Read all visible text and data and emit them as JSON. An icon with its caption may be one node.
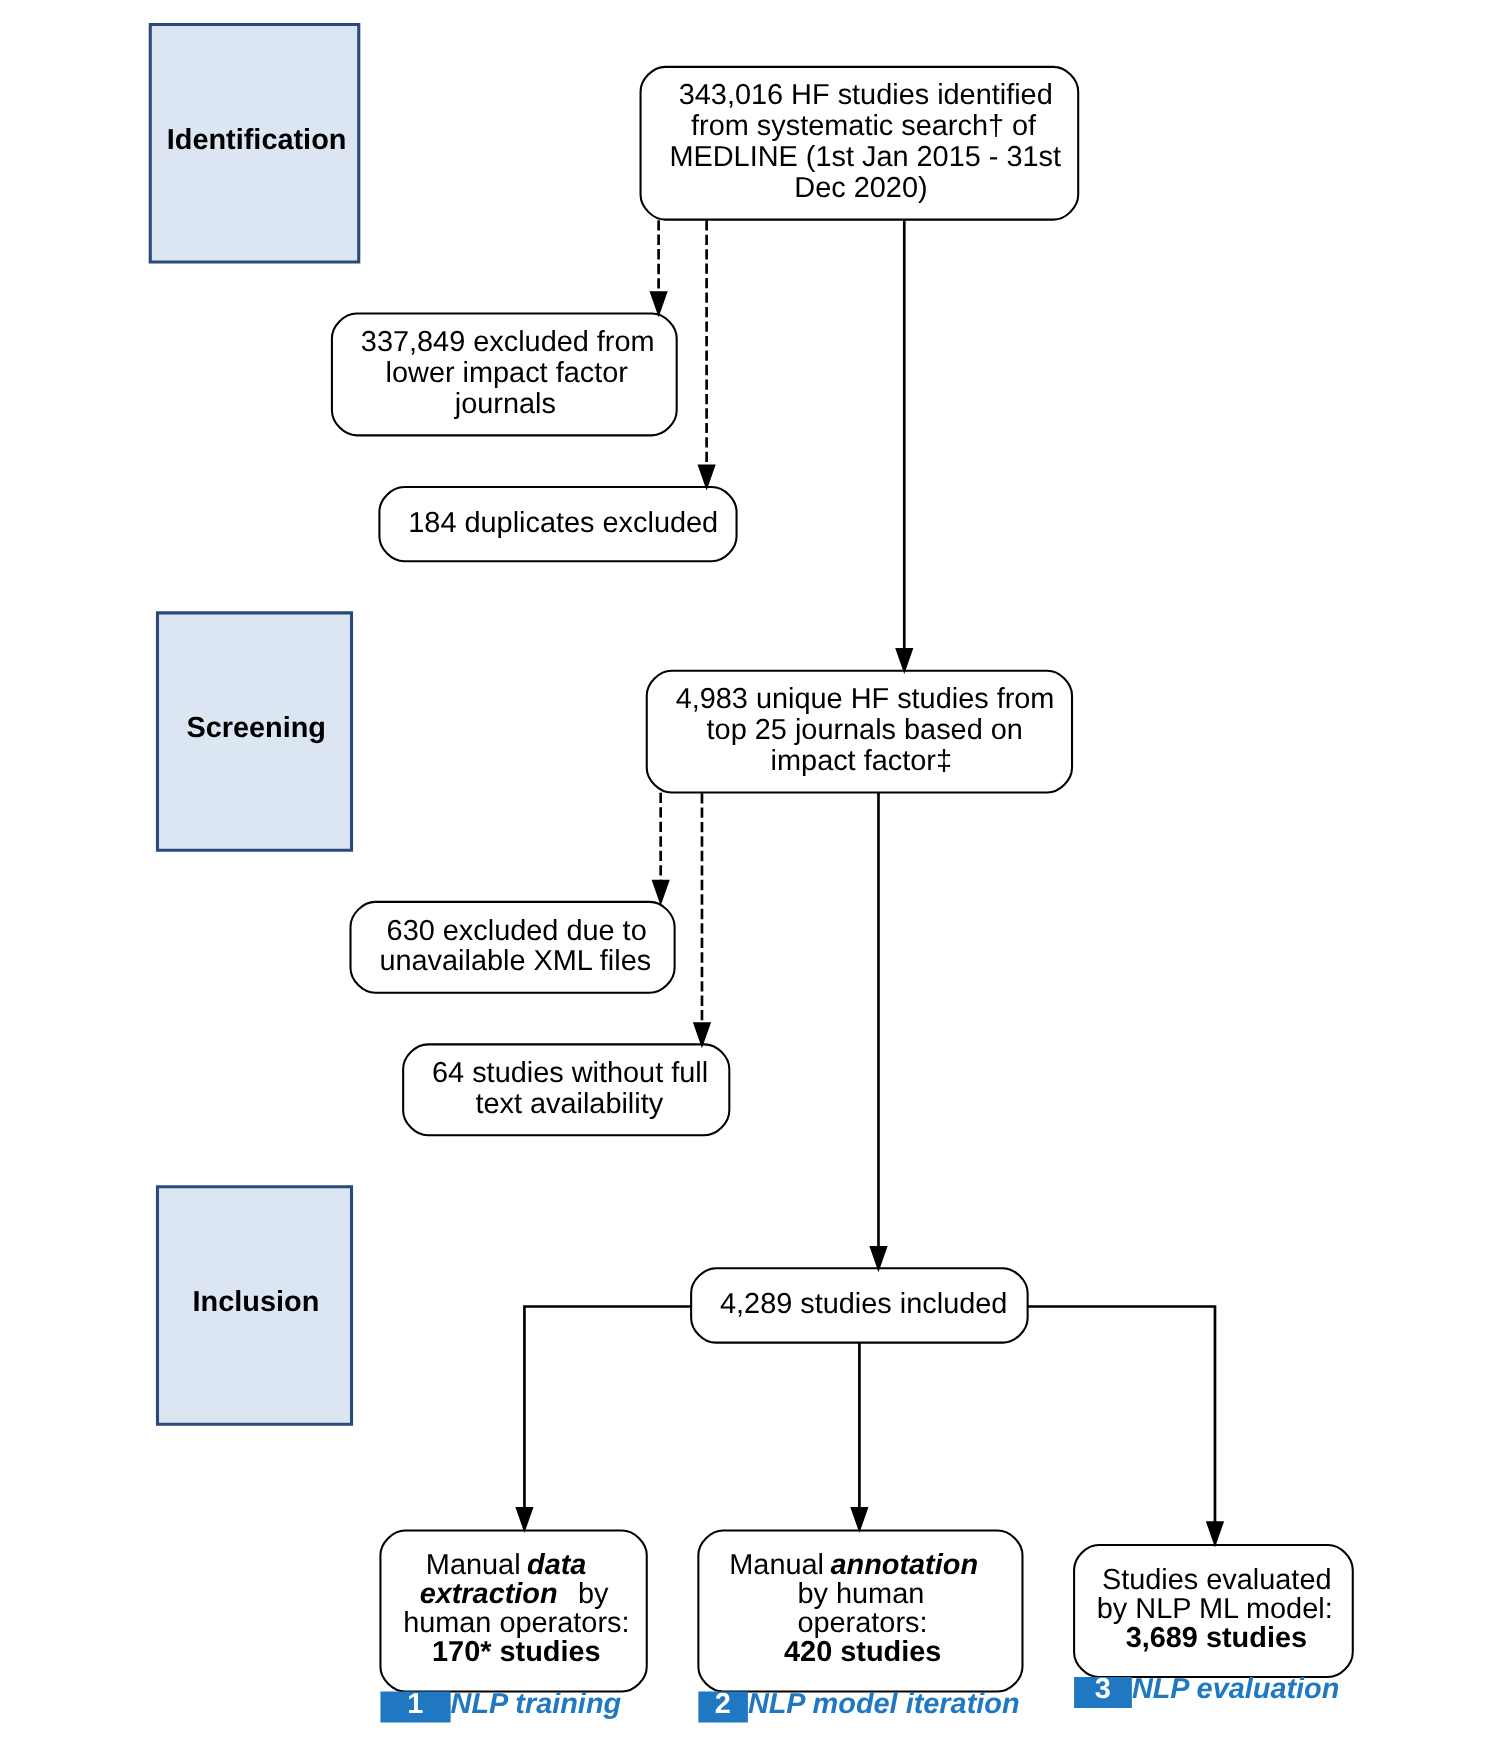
{
  "diagram": {
    "nodes": [
      {
        "text": [
          "Identification"
        ]
      },
      {
        "text": [
          "Screening"
        ]
      },
      {
        "text": [
          "Inclusion"
        ]
      },
      {
        "text": [
          "343,016 HF studies identified from systematic search† of MEDLINE (1st Jan 2015 - 31st Dec 2020)"
        ]
      },
      {
        "text": [
          "337,849 excluded from lower impact factor journals"
        ]
      },
      {
        "text": [
          "184 duplicates excluded"
        ]
      },
      {
        "text": [
          "4,983 unique HF studies from top 25 journals based on impact factor‡"
        ]
      },
      {
        "text": [
          "630 excluded due to unavailable XML files"
        ]
      },
      {
        "text": [
          "64 studies without full text availability"
        ]
      },
      {
        "text": [
          "4,289 studies included"
        ]
      },
      {
        "text": [
          "Manual **data extraction** by human operators:",
          "170* studies"
        ],
        "beside": [
          "1",
          "NLP training"
        ]
      },
      {
        "text": [
          "Manual **annotation** by human operators:",
          "420 studies"
        ],
        "beside": [
          "2",
          "NLP model iteration"
        ]
      },
      {
        "text": [
          "Studies evaluated by NLP ML model:",
          "3,689 studies"
        ],
        "beside": [
          "3",
          "NLP evaluation"
        ]
      }
    ],
    "edges": [
      {
        "from": 3,
        "to": 4,
        "arrow": "to",
        "style": "dashed"
      },
      {
        "from": 3,
        "to": 5,
        "arrow": "to",
        "style": "dashed"
      },
      {
        "from": 3,
        "to": 6,
        "arrow": "to"
      },
      {
        "from": 6,
        "to": 7,
        "arrow": "to",
        "style": "dashed"
      },
      {
        "from": 6,
        "to": 8,
        "arrow": "to",
        "style": "dashed"
      },
      {
        "from": 6,
        "to": 9,
        "arrow": "to"
      },
      {
        "from": 9,
        "to": 10,
        "arrow": "to"
      },
      {
        "from": 9,
        "to": 11,
        "arrow": "to"
      },
      {
        "from": 9,
        "to": 12,
        "arrow": "to"
      }
    ]
  }
}
